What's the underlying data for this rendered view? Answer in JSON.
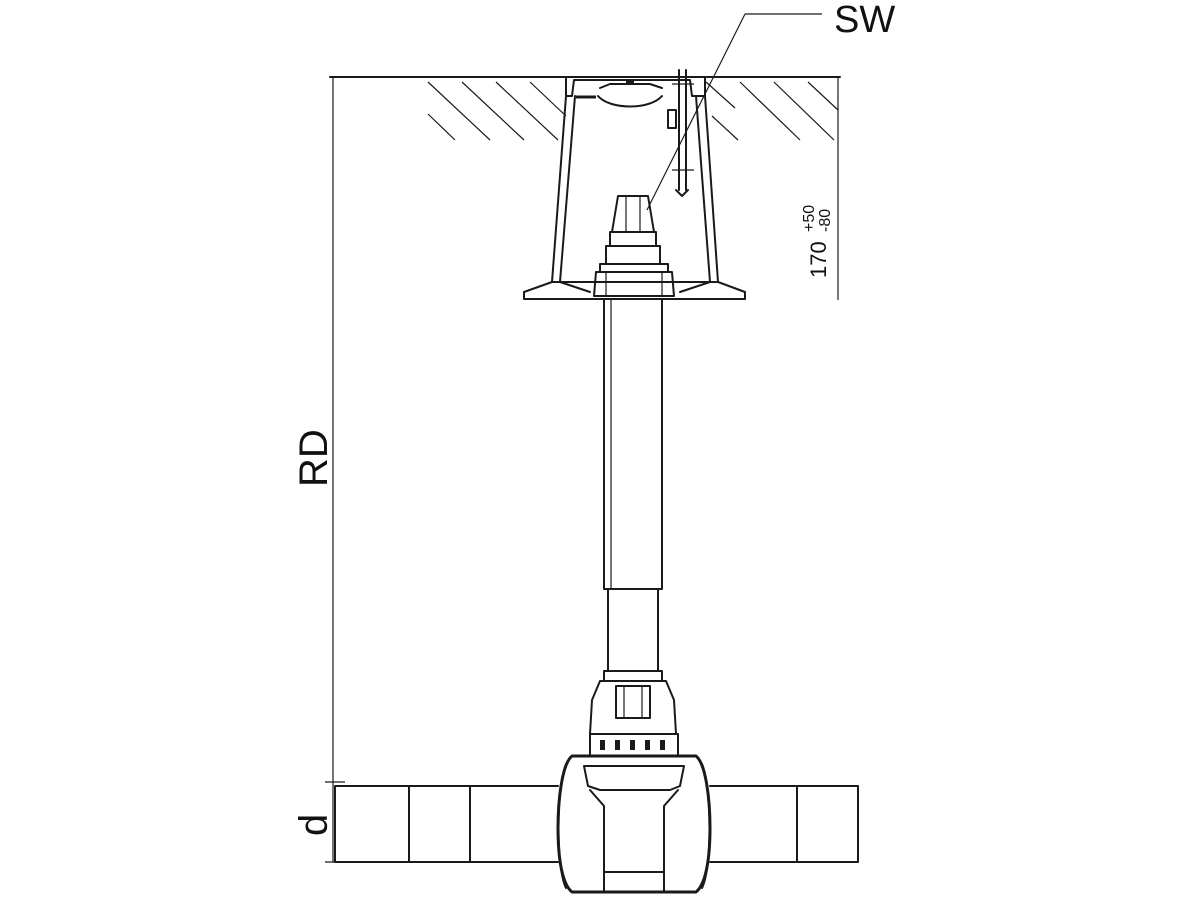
{
  "labels": {
    "socket_width": "SW",
    "installation_depth": "RD",
    "pipe_diameter": "d",
    "cover_height_base": "170",
    "cover_height_plus": "+50",
    "cover_height_minus": "-80"
  },
  "colors": {
    "line": "#1a1a1a",
    "background": "#ffffff"
  }
}
